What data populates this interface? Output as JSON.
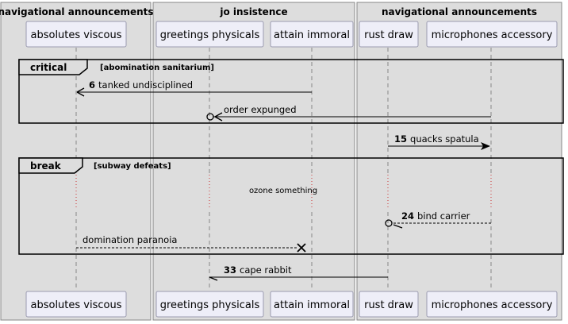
{
  "boxes": [
    {
      "title": "navigational announcements"
    },
    {
      "title": "jo insistence"
    },
    {
      "title": "navigational announcements"
    }
  ],
  "participants": [
    {
      "label": "absolutes viscous"
    },
    {
      "label": "greetings physicals"
    },
    {
      "label": "attain immoral"
    },
    {
      "label": "rust draw"
    },
    {
      "label": "microphones accessory"
    }
  ],
  "fragments": [
    {
      "keyword": "critical",
      "condition": "[abomination sanitarium]"
    },
    {
      "keyword": "break",
      "condition": "[subway defeats]"
    }
  ],
  "messages": [
    {
      "number": "6",
      "text": "tanked undisciplined"
    },
    {
      "number": "",
      "text": "order expunged"
    },
    {
      "number": "15",
      "text": "quacks spatula"
    },
    {
      "number": "24",
      "text": "bind carrier"
    },
    {
      "number": "",
      "text": "domination paranoia"
    },
    {
      "number": "33",
      "text": "cape rabbit"
    }
  ],
  "delay": {
    "text": "ozone something"
  },
  "colors": {
    "box_fill": "#dddddd",
    "box_border": "#888888",
    "participant_fill": "#eeeef8",
    "participant_border": "#9a9ab0",
    "lifeline": "#888888",
    "delay_dots": "#cc3333",
    "line": "#000000"
  }
}
